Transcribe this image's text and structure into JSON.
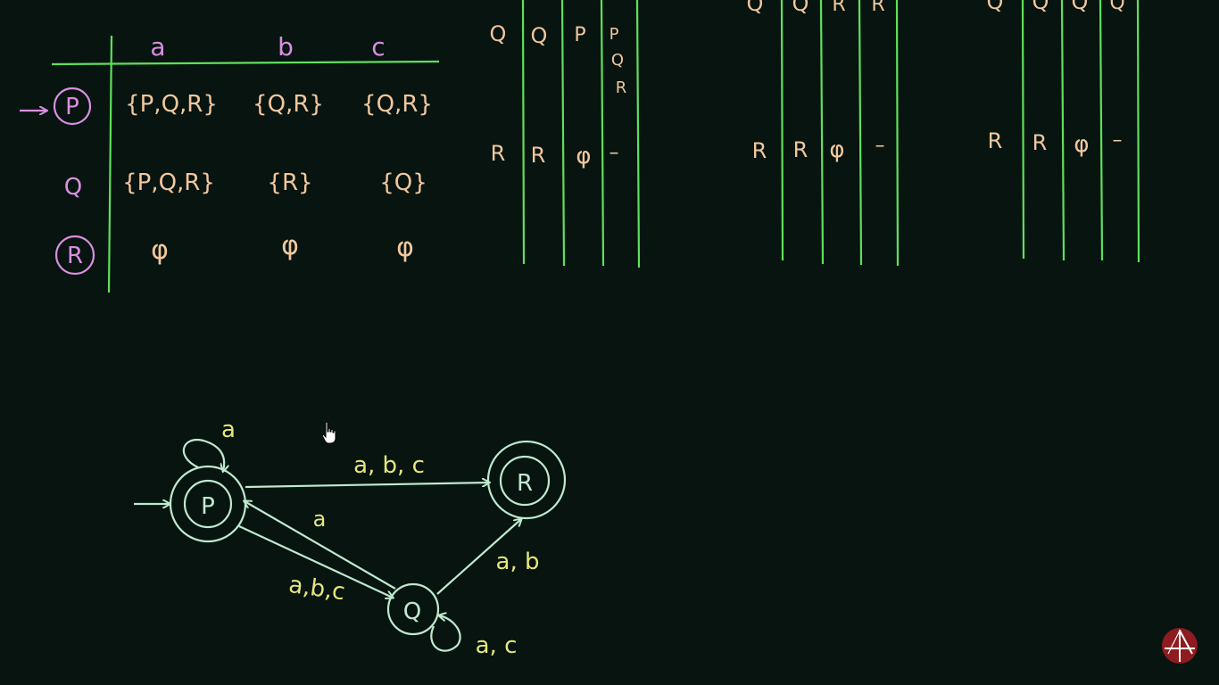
{
  "transition_table": {
    "headers": [
      "a",
      "b",
      "c"
    ],
    "rows": [
      {
        "state": "P",
        "start": true,
        "final": true,
        "cells": [
          "{P,Q,R}",
          "{Q,R}",
          "{Q,R}"
        ]
      },
      {
        "state": "Q",
        "start": false,
        "final": false,
        "cells": [
          "{P,Q,R}",
          "{R}",
          "{Q}"
        ]
      },
      {
        "state": "R",
        "start": false,
        "final": true,
        "cells": [
          "φ",
          "φ",
          "φ"
        ]
      }
    ]
  },
  "grid1": {
    "row1": [
      "Q",
      "Q",
      "P",
      "P"
    ],
    "stack": [
      "Q",
      "R"
    ],
    "row2": [
      "R",
      "R",
      "φ",
      "–"
    ]
  },
  "grid2": {
    "row1": [
      "Q",
      "Q",
      "R",
      "R"
    ],
    "row2": [
      "R",
      "R",
      "φ",
      "–"
    ]
  },
  "grid3": {
    "row1": [
      "Q",
      "Q",
      "Q",
      "Q"
    ],
    "row2": [
      "R",
      "R",
      "φ",
      "–"
    ]
  },
  "diagram": {
    "states": {
      "p": "P",
      "q": "Q",
      "r": "R"
    },
    "edges": {
      "p_loop": "a",
      "p_to_r": "a, b, c",
      "q_to_p": "a",
      "p_to_q": "a,b,c",
      "q_to_r": "a, b",
      "q_loop": "a, c"
    }
  },
  "colors": {
    "background": "#071410",
    "table_lines": "#5fe05a",
    "headers": "#d98fe0",
    "cells": "#f1c79d",
    "diagram": "#bfe9cf",
    "edge_labels": "#e4e77c"
  }
}
